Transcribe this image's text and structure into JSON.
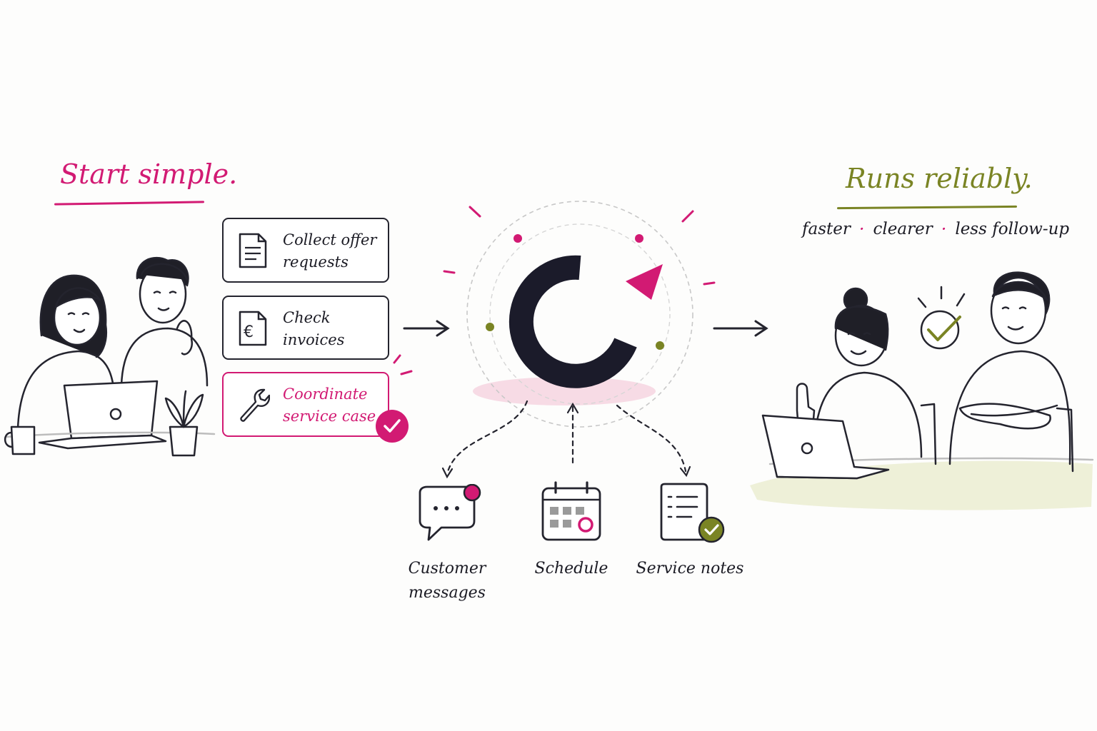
{
  "left": {
    "headline": "Start simple.",
    "tasks": [
      {
        "label": "Collect offer requests",
        "icon": "document-icon",
        "highlighted": false
      },
      {
        "label": "Check invoices",
        "icon": "euro-document-icon",
        "highlighted": false
      },
      {
        "label": "Coordinate service case",
        "icon": "wrench-icon",
        "highlighted": true,
        "done": true
      }
    ]
  },
  "center": {
    "logo": "circular-arrow-logo",
    "tools": [
      {
        "label": "Customer messages",
        "icon": "chat-bubble-icon"
      },
      {
        "label": "Schedule",
        "icon": "calendar-icon"
      },
      {
        "label": "Service notes",
        "icon": "checklist-icon"
      }
    ]
  },
  "right": {
    "headline": "Runs reliably.",
    "benefits": [
      "faster",
      "clearer",
      "less follow-up"
    ]
  },
  "colors": {
    "accent_pink": "#d21a73",
    "accent_olive": "#7a8424",
    "ink": "#1b1b24"
  }
}
